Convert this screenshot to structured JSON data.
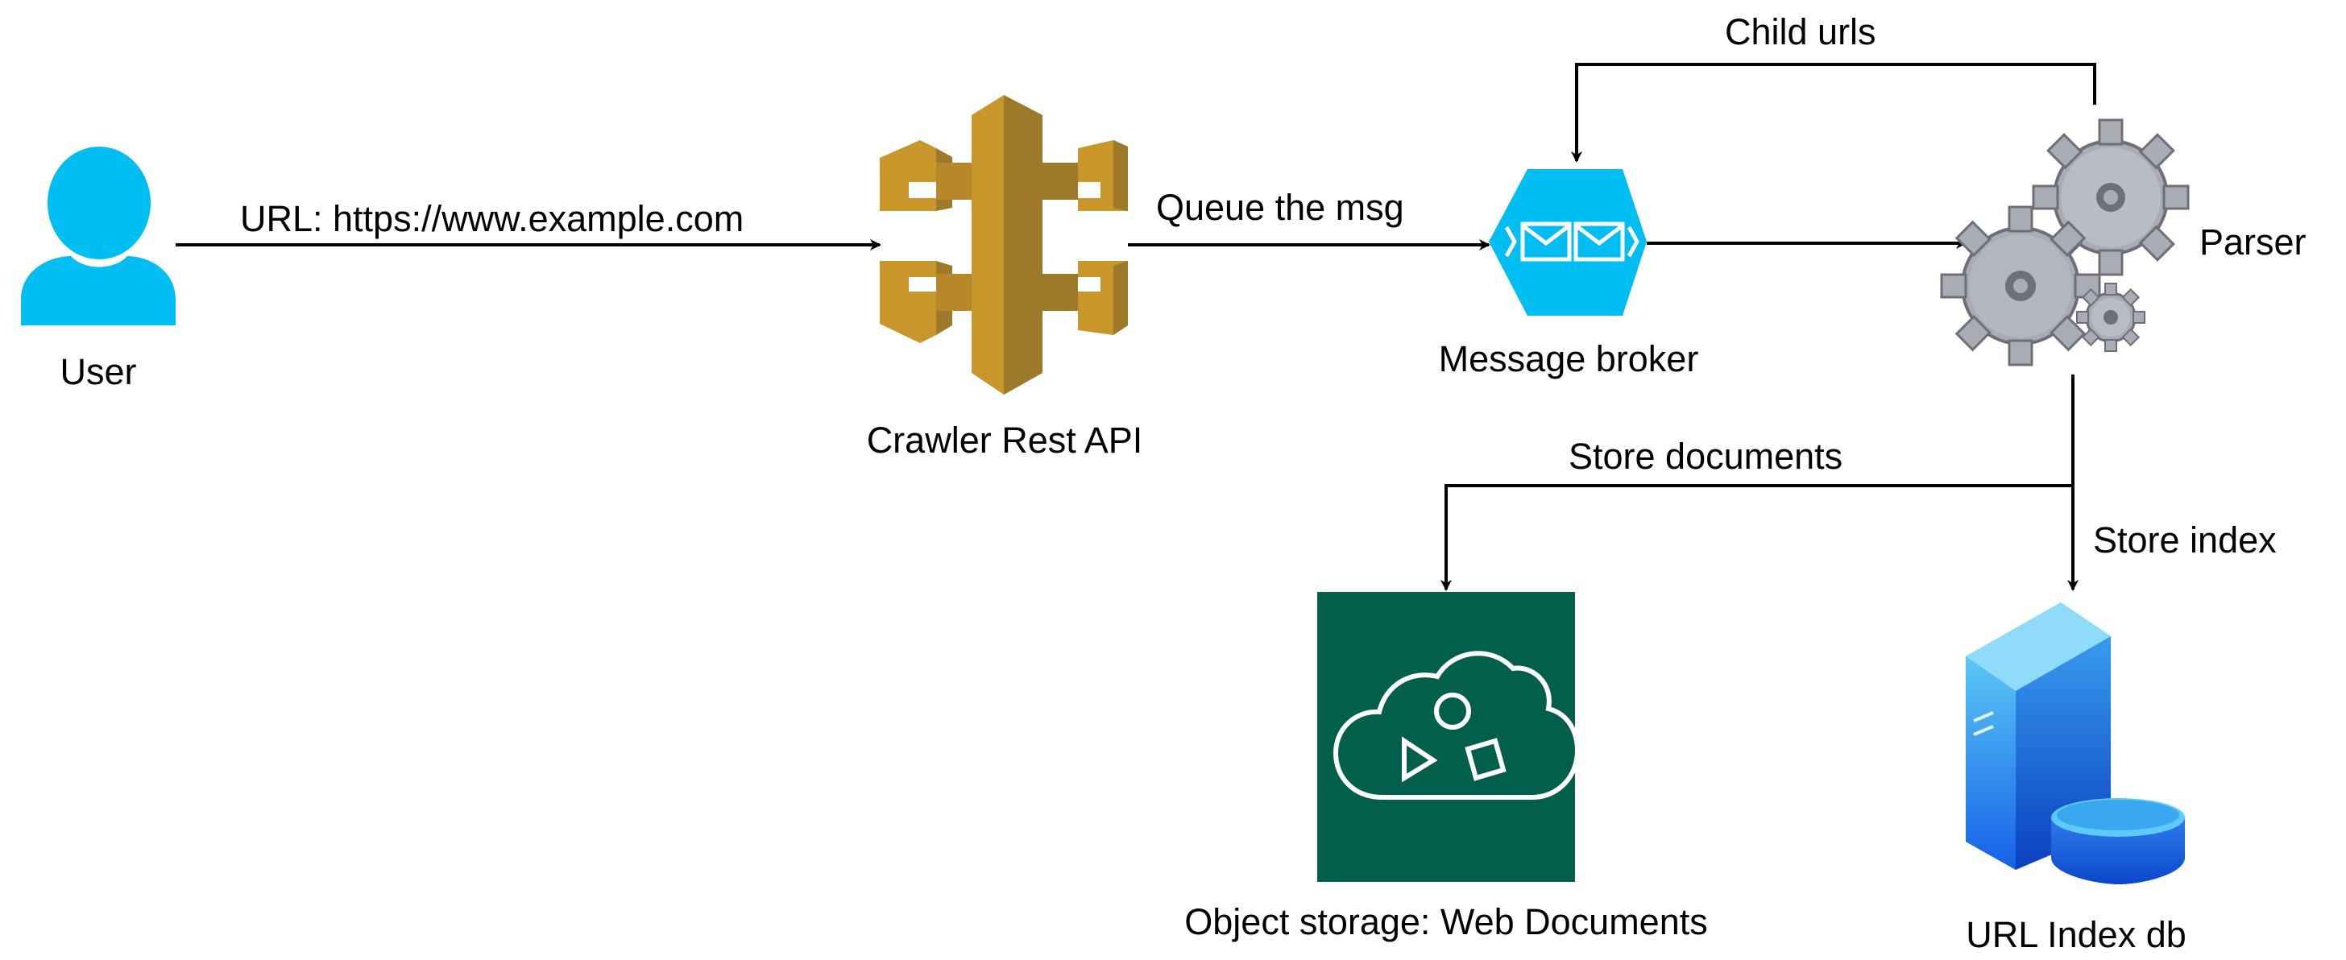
{
  "nodes": {
    "user": {
      "label": "User",
      "icon": "user-icon"
    },
    "crawler_api": {
      "label": "Crawler Rest API",
      "icon": "api-gateway-icon"
    },
    "message_broker": {
      "label": "Message broker",
      "icon": "message-queue-icon"
    },
    "parser": {
      "label": "Parser",
      "icon": "gears-icon"
    },
    "object_storage": {
      "label": "Object storage: Web Documents",
      "icon": "cloud-storage-icon"
    },
    "url_index_db": {
      "label": "URL Index db",
      "icon": "database-server-icon"
    }
  },
  "edges": {
    "user_to_api": {
      "label": "URL: https://www.example.com"
    },
    "api_to_broker": {
      "label": "Queue the msg"
    },
    "broker_to_parser": {
      "label": ""
    },
    "parser_to_broker": {
      "label": "Child urls"
    },
    "parser_to_storage": {
      "label": "Store documents"
    },
    "parser_to_index": {
      "label": "Store index"
    }
  },
  "colors": {
    "user": "#00BEF2",
    "api_gold": "#C9962B",
    "api_dark": "#9C7A2A",
    "broker": "#00BEF2",
    "gear": "#A9ACB4",
    "gear_dark": "#6E7079",
    "storage_bg": "#025F4C",
    "db_blue": "#1A73F0",
    "edge": "#000000"
  }
}
